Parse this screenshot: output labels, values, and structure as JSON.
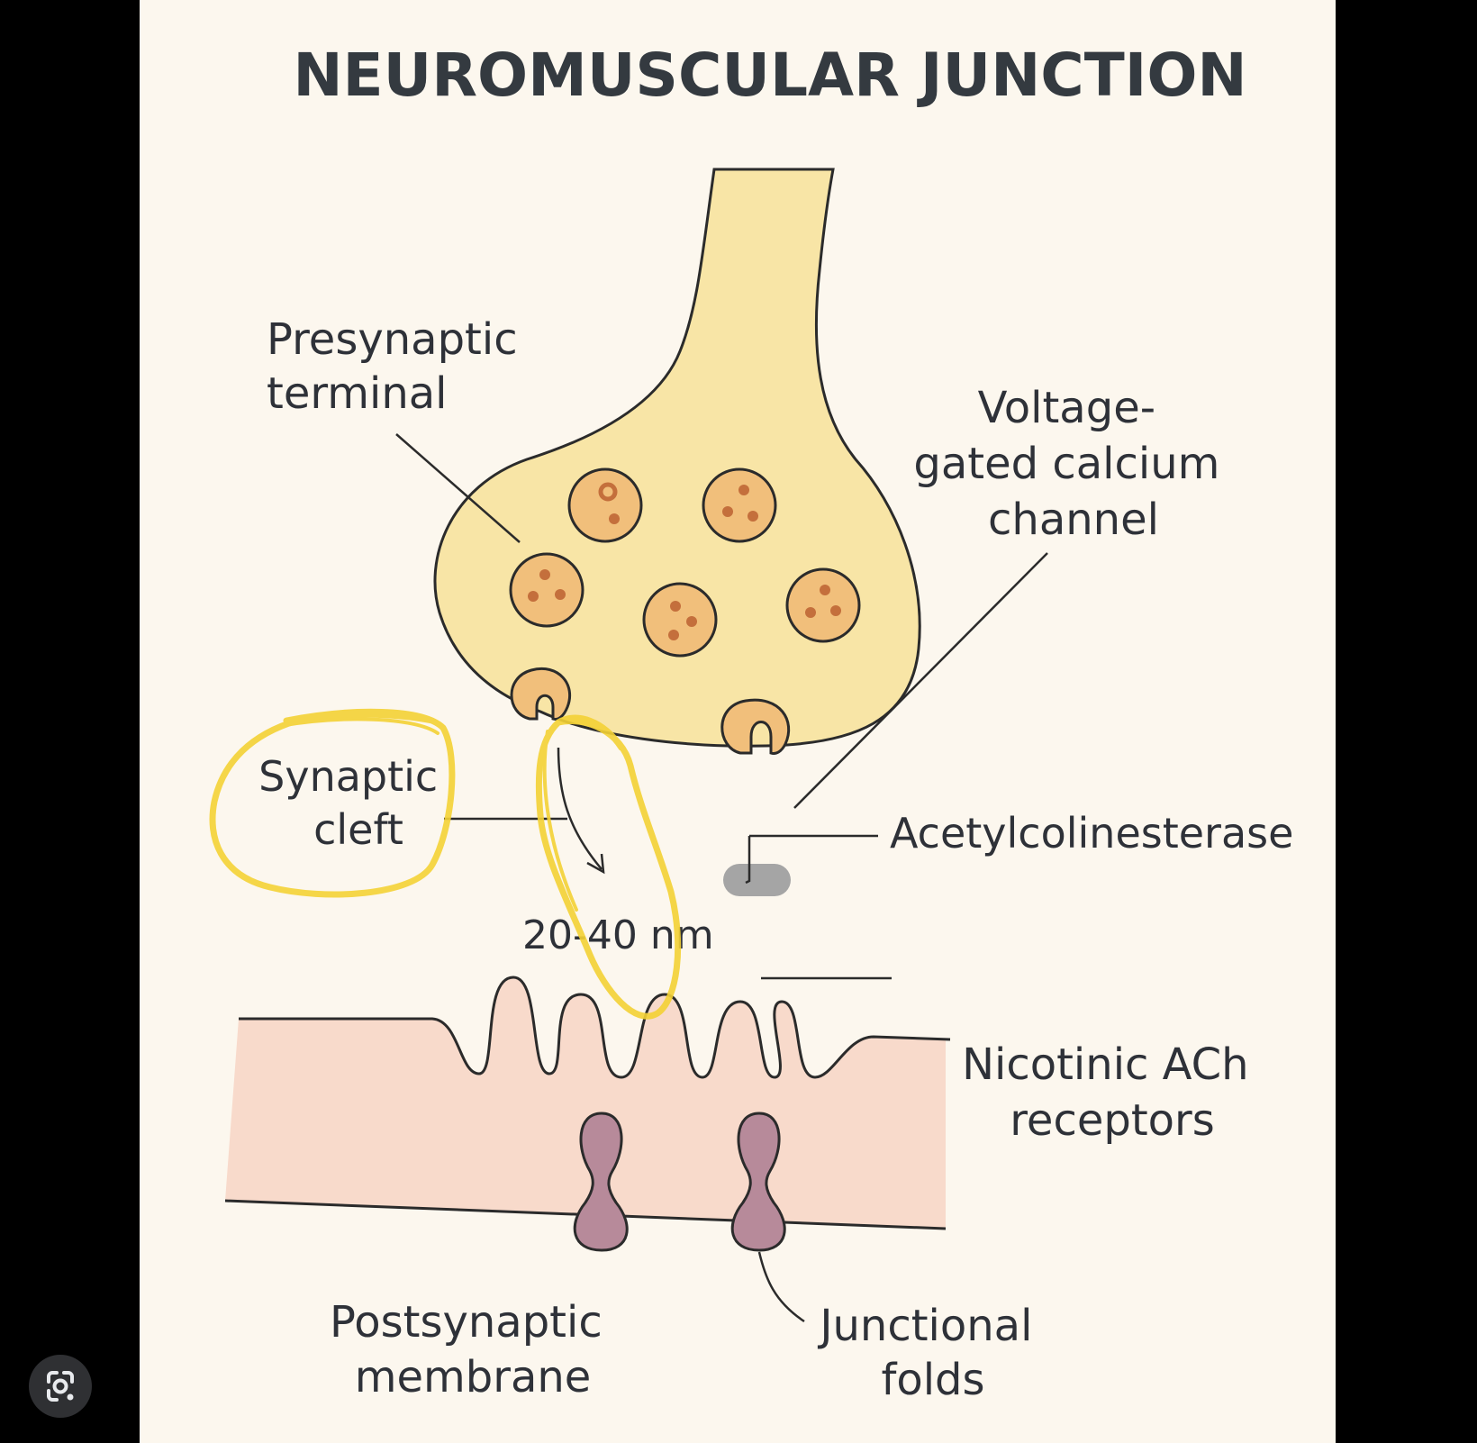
{
  "title": "NEUROMUSCULAR JUNCTION",
  "labels": {
    "presynaptic_terminal": [
      "Presynaptic",
      "terminal"
    ],
    "voltage_gated_calcium_channel": [
      "Voltage-",
      "gated calcium",
      "channel"
    ],
    "synaptic_cleft": [
      "Synaptic",
      "cleft"
    ],
    "acetylcholinesterase": "Acetylcolinesterase",
    "cleft_width": "20-40 nm",
    "nicotinic_ach_receptors": [
      "Nicotinic ACh",
      "receptors"
    ],
    "postsynaptic_membrane": [
      "Postsynaptic",
      "membrane"
    ],
    "junctional_folds": [
      "Junctional",
      "folds"
    ]
  },
  "colors": {
    "background": "#fcf7ee",
    "terminal_fill": "#f8e5a6",
    "vesicle_fill": "#f1bf7b",
    "vesicle_dot": "#c46f3c",
    "muscle_fill": "#f8dacb",
    "receptor_fill": "#b78a9a",
    "enzyme_fill": "#a5a5a5",
    "highlight": "#f4d235",
    "outline": "#2b2b2b"
  },
  "icons": {
    "lens_button": "google-lens-icon"
  }
}
